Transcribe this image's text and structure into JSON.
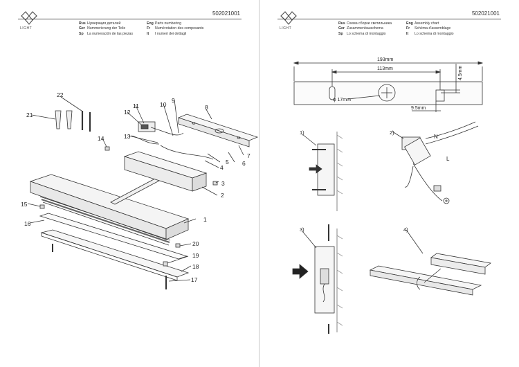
{
  "left_page": {
    "logo_text": "LIGHT",
    "doc_number": "502021001",
    "legend": [
      {
        "code": "Rus",
        "text": "Нумерация деталей"
      },
      {
        "code": "Ger",
        "text": "Nummerierung der Teile"
      },
      {
        "code": "Sp",
        "text": "La numeración de las piezas"
      },
      {
        "code": "Eng",
        "text": "Parts numbering"
      },
      {
        "code": "Fr",
        "text": "Numérotation des composants"
      },
      {
        "code": "It",
        "text": "I numeri dei dettagli"
      }
    ],
    "part_numbers": [
      "1",
      "2",
      "3",
      "4",
      "5",
      "6",
      "7",
      "8",
      "9",
      "10",
      "11",
      "12",
      "13",
      "14",
      "15",
      "16",
      "17",
      "18",
      "19",
      "20",
      "21",
      "22"
    ]
  },
  "right_page": {
    "logo_text": "LIGHT",
    "doc_number": "502021001",
    "legend": [
      {
        "code": "Rus",
        "text": "Схема сборки светильника"
      },
      {
        "code": "Ger",
        "text": "Zusammenbauschema"
      },
      {
        "code": "Sp",
        "text": "Lo schema di montaggio"
      },
      {
        "code": "Eng",
        "text": "Assembly chart"
      },
      {
        "code": "Fr",
        "text": "Schéma d'assemblage"
      },
      {
        "code": "It",
        "text": "Lo schema di montaggio"
      }
    ],
    "dimensions": {
      "total_width": "193mm",
      "hole_spacing": "113mm",
      "height": "4.5mm",
      "hole_diameter": "φ 17mm",
      "offset": "9.5mm"
    },
    "steps": [
      "1)",
      "2)",
      "3)",
      "4)"
    ],
    "wire_labels": {
      "n": "N",
      "l": "L"
    }
  }
}
